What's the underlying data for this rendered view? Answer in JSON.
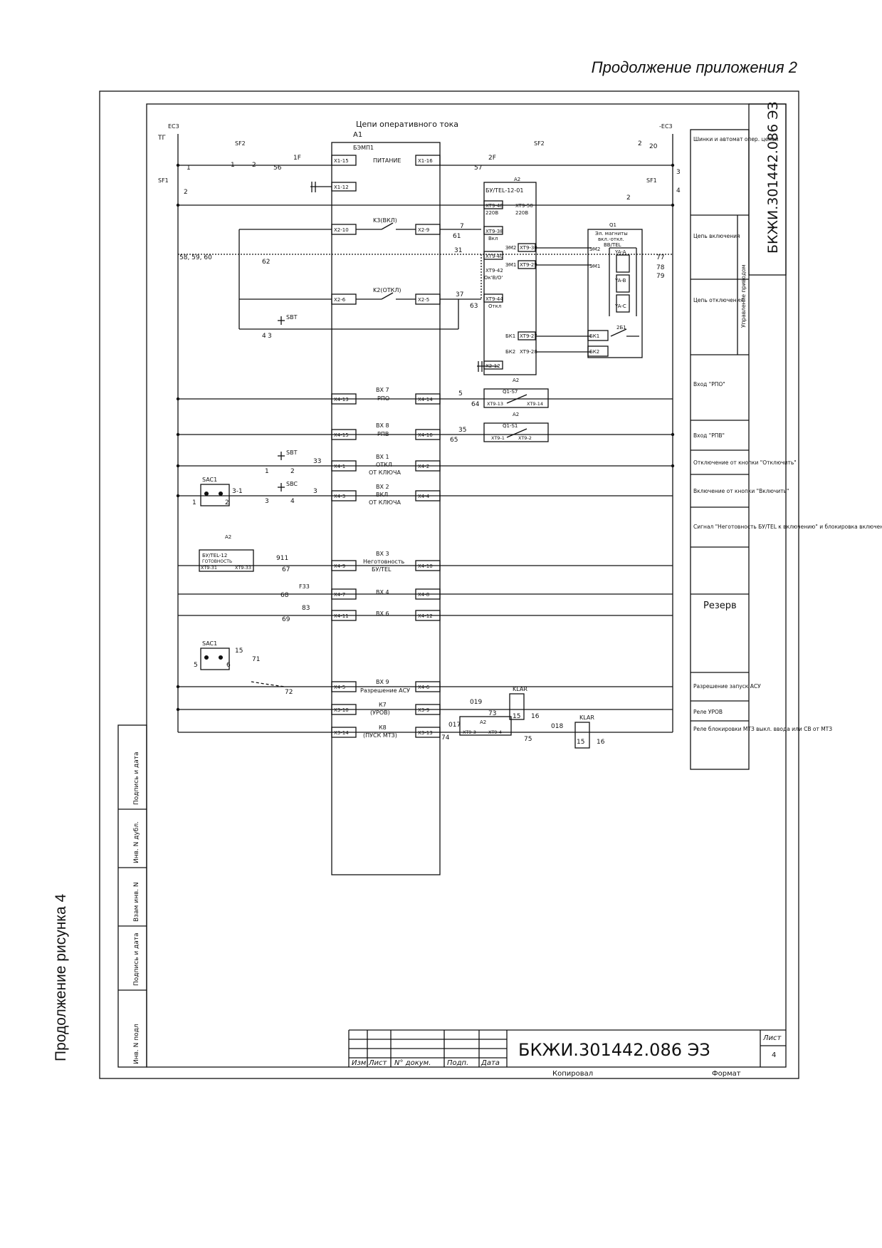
{
  "page": {
    "header": "Продолжение приложения 2",
    "side_caption": "Продолжение рисунка 4"
  },
  "drawing": {
    "title": "Цепи оперативного тока",
    "doc_code": "БКЖИ.301442.086 ЭЗ",
    "sheet_label": "Лист",
    "sheet_number": "4",
    "copied": "Копировал",
    "format": "Формат"
  },
  "left_stamp": [
    "Инв. N подл",
    "Подпись и дата",
    "Взам инв. N",
    "Инв. N дубл.",
    "Подпись и дата"
  ],
  "title_block": [
    "Изм",
    "Лист",
    "N° докум.",
    "Подп.",
    "Дата"
  ],
  "right_panel": {
    "rows": [
      "Шинки и автомат опер. цепей",
      "Цепь включения",
      "Цепь отключения",
      "Вход \"РПО\"",
      "Вход \"РПВ\"",
      "Отключение от кнопки \"Отключить\"",
      "Включение от кнопки \"Включить\"",
      "Сигнал \"Неготовность БУ/TEL к включению\" и блокировка включения",
      "Резерв",
      "Разрешение запуск АСУ",
      "Реле УРОВ",
      "Реле блокировки МТЗ выкл. ввода или СВ от МТЗ"
    ],
    "vertical_label": "Управление приводом"
  },
  "a1": {
    "designator": "A1",
    "name": "БЭМП1",
    "power": "ПИТАНИЕ",
    "k3": "K3(ВКЛ)",
    "k2": "K2(ОТКЛ)",
    "bx7": [
      "ВХ 7",
      "РПО"
    ],
    "bx8": [
      "ВХ 8",
      "РПВ"
    ],
    "bx1": [
      "ВХ 1",
      "ОТКЛ",
      "ОТ КЛЮЧА"
    ],
    "bx2": [
      "ВХ 2",
      "ВКЛ",
      "ОТ КЛЮЧА"
    ],
    "bx3": [
      "ВХ 3",
      "Неготовность",
      "БУ/TEL"
    ],
    "bx4": "ВХ 4",
    "bx6": "ВХ 6",
    "bx9": [
      "ВХ 9",
      "Разрешение АСУ"
    ],
    "k7": [
      "К7",
      "(УРОВ)"
    ],
    "k8": [
      "К8",
      "(ПУСК МТЗ)"
    ],
    "terminals_left": [
      "X1-15",
      "X1-12",
      "X2-10",
      "X2-6",
      "X4-13",
      "X4-15",
      "X4-1",
      "X4-3",
      "X4-9",
      "X4-7",
      "X4-11",
      "X4-5",
      "X3-10",
      "X3-14"
    ],
    "terminals_right": [
      "X1-16",
      "X2-9",
      "X2-5",
      "X4-14",
      "X4-16",
      "X4-2",
      "X4-4",
      "X4-10",
      "X4-8",
      "X4-12",
      "X4-6",
      "X3-9",
      "X3-13"
    ]
  },
  "a2": {
    "designator": "A2",
    "name": "БУ/TEL-12-01",
    "terminals": [
      "XT9-48",
      "220В",
      "XT9-50",
      "220В",
      "XT9-38",
      "Вкл",
      "XT9-40",
      "XT9-42",
      "Ок'В/О'",
      "XT9-44",
      "Откл",
      "ЭМ2",
      "XT9-30",
      "ЭМ1",
      "XT9-29",
      "БК1",
      "XT9-27",
      "БК2",
      "XT9-28",
      "X2-12"
    ]
  },
  "q1": {
    "designator": "Q1",
    "title": [
      "Эл. магниты",
      "вкл.-откл.",
      "BB/TEL"
    ],
    "labels": [
      "ЭМ2",
      "ЭМ1",
      "YA-A",
      "YA-B",
      "YA-C",
      "БК1",
      "БК2",
      "2Б1"
    ]
  },
  "components": {
    "ec3_left": "EC3",
    "ec3_right": "-EC3",
    "sf2": "SF2",
    "sf1": "SF1",
    "sbt": "SBT",
    "sbc": "SBC",
    "sac1": "SAC1",
    "f33": "F33",
    "klar": "KLAR",
    "a2": "A2",
    "q1s7": "Q1-S7",
    "q1s1": "Q1-S1",
    "bu_tel_ready": [
      "БУ/TEL-12",
      "ГОТОВНОСТЬ"
    ],
    "xt": [
      "XT9-13",
      "XT9-14",
      "XT9-1",
      "XT9-2",
      "XT9-31",
      "XT9-33",
      "XT9-3",
      "XT9-4"
    ]
  },
  "wires": [
    "1F",
    "2F",
    "56",
    "57",
    "7",
    "61",
    "31",
    "62",
    "37",
    "63",
    "58, 59, 60",
    "5",
    "64",
    "35",
    "65",
    "33",
    "3",
    "3-1",
    "911",
    "67",
    "68",
    "69",
    "83",
    "15",
    "71",
    "72",
    "019",
    "73",
    "75",
    "017",
    "018",
    "74",
    "77",
    "78",
    "79",
    "2",
    "1",
    "3",
    "4",
    "15",
    "16",
    "15",
    "16",
    "2",
    "3",
    "4",
    "1",
    "2",
    "1",
    "2",
    "3",
    "4",
    "2",
    "5",
    "6",
    "1",
    "2",
    "ТГ",
    "20"
  ]
}
